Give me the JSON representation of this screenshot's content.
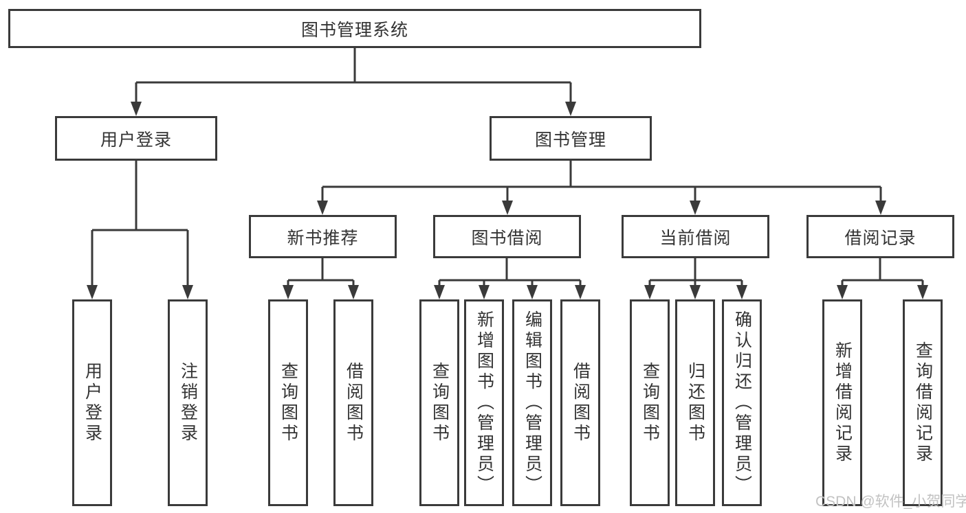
{
  "colors": {
    "line": "#3a3a3a",
    "text": "#333333",
    "watermark_text": "#c2c2c2",
    "background": "#ffffff"
  },
  "watermark": "CSDN @软件_小贺同学",
  "tree": {
    "root": "图书管理系统",
    "branches": [
      {
        "label": "用户登录",
        "leaves": [
          "用户登录",
          "注销登录"
        ]
      },
      {
        "label": "图书管理",
        "children": [
          {
            "label": "新书推荐",
            "leaves": [
              "查询图书",
              "借阅图书"
            ]
          },
          {
            "label": "图书借阅",
            "leaves": [
              "查询图书",
              "新增图书（管理员）",
              "编辑图书（管理员）",
              "借阅图书"
            ]
          },
          {
            "label": "当前借阅",
            "leaves": [
              "查询图书",
              "归还图书",
              "确认归还（管理员）"
            ]
          },
          {
            "label": "借阅记录",
            "leaves": [
              "新增借阅记录",
              "查询借阅记录"
            ]
          }
        ]
      }
    ]
  }
}
